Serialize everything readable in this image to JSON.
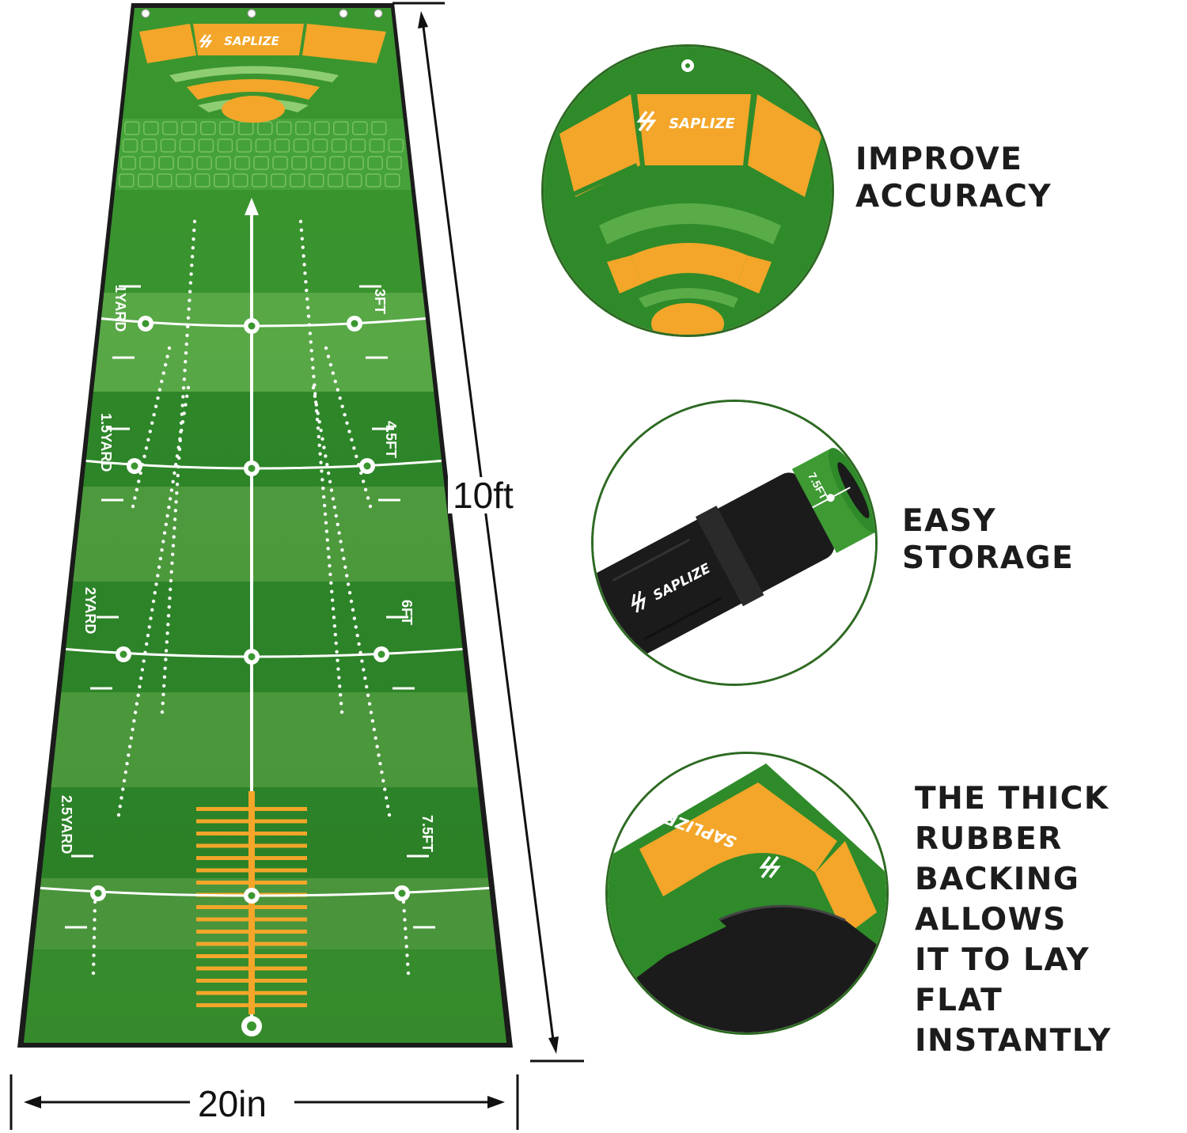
{
  "dimensions": {
    "height_label": "10ft",
    "width_label": "20in"
  },
  "brand": {
    "logo_text": "SAPLIZE"
  },
  "colors": {
    "mat_dark": "#2f8a2a",
    "mat_mid": "#3f9a34",
    "mat_light": "#5aac48",
    "target_orange": "#f3a629",
    "rubber_black": "#1b1b1b",
    "line_white": "#ffffff"
  },
  "mat": {
    "left_distance_labels": [
      "1YARD",
      "1.5YARD",
      "2YARD",
      "2.5YARD"
    ],
    "right_distance_labels": [
      "3FT",
      "4.5FT",
      "6FT",
      "7.5FT"
    ]
  },
  "features": [
    {
      "title": "IMPROVE\nACCURACY",
      "icon": "target-closeup-icon"
    },
    {
      "title": "EASY\nSTORAGE",
      "icon": "rolled-mat-icon"
    },
    {
      "title": "THE THICK\nRUBBER\nBACKING\nALLOWS\nIT TO LAY\nFLAT\nINSTANTLY",
      "icon": "rubber-backing-icon"
    }
  ],
  "storage_closeup": {
    "roll_label": "7.5FT"
  }
}
